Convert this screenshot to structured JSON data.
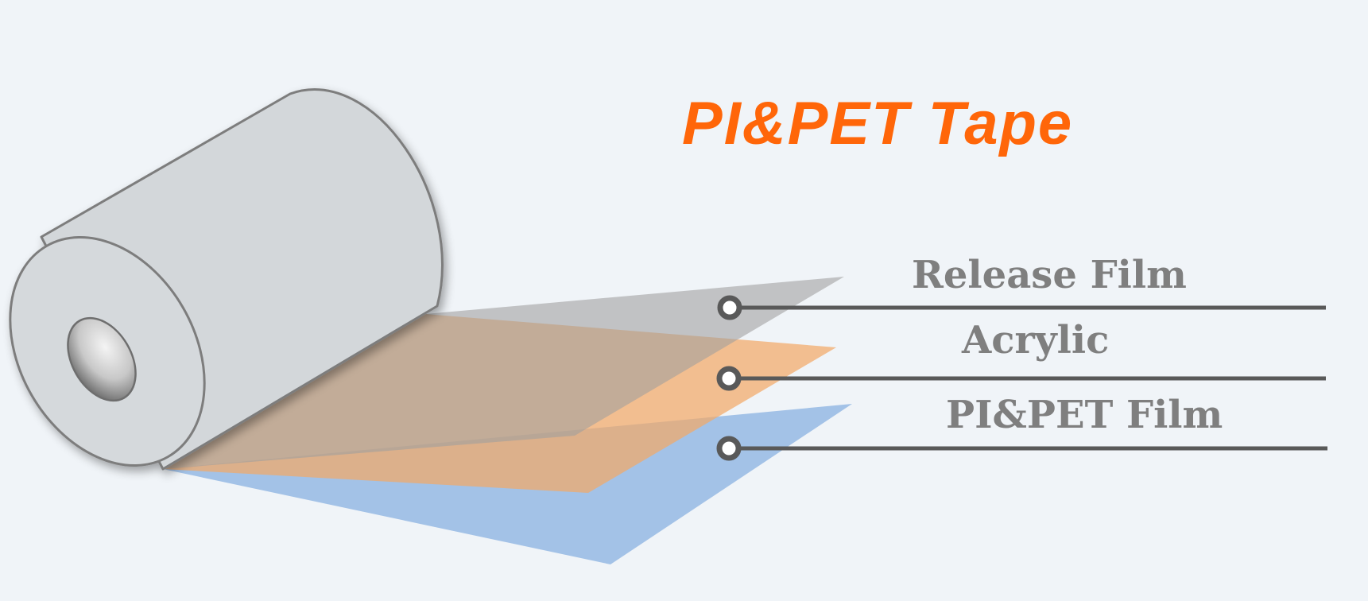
{
  "title": "PI&PET Tape",
  "layers": [
    {
      "label": "Release Film",
      "color": "#b8babb"
    },
    {
      "label": "Acrylic",
      "color": "#f2b27e"
    },
    {
      "label": "PI&PET Film",
      "color": "#8db4e2"
    }
  ],
  "colors": {
    "background": "#f0f4f8",
    "title": "#ff6609",
    "label": "#7f7f7f",
    "roll": "#d3d7da",
    "leader_line": "#595959"
  }
}
